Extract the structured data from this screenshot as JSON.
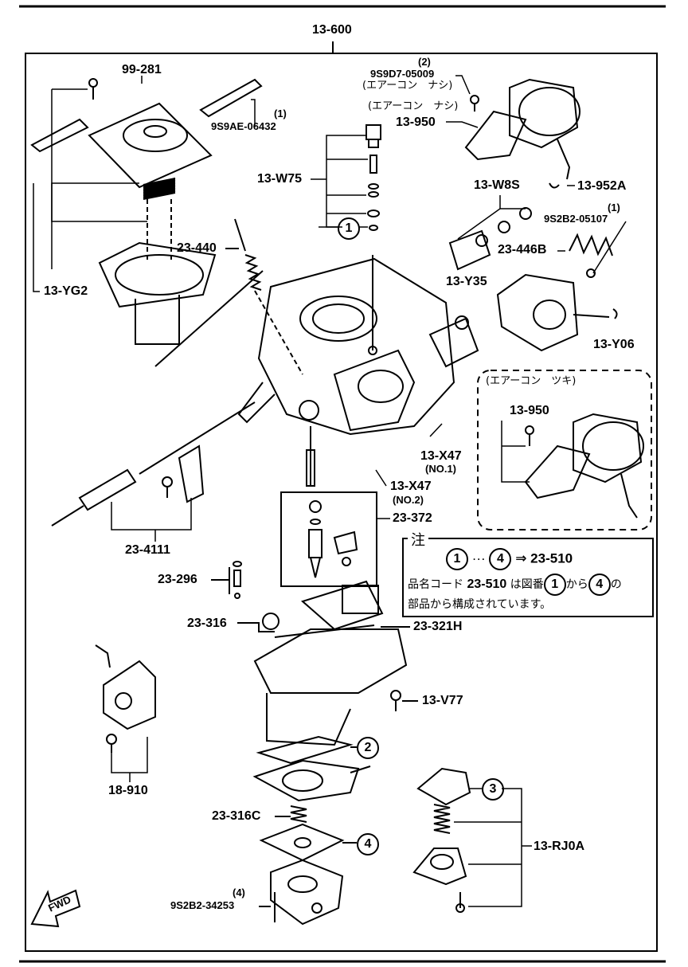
{
  "diagram": {
    "top_ref": "13-600",
    "labels": {
      "l99_281": "99-281",
      "l9s9d7": "9S9D7-05009",
      "l9s9d7_qty": "(2)",
      "aircon_none_1": "(エアーコン　ナシ)",
      "aircon_none_2": "(エアーコン　ナシ)",
      "l9s9ae": "9S9AE-06432",
      "l9s9ae_qty": "(1)",
      "l13_950_top": "13-950",
      "l13_952a": "13-952A",
      "l13_w75": "13-W75",
      "l13_w8s": "13-W8S",
      "l9s2b2_05107": "9S2B2-05107",
      "l9s2b2_05107_qty": "(1)",
      "l23_440": "23-440",
      "l23_446b": "23-446B",
      "l13_y35": "13-Y35",
      "l13_yg2": "13-YG2",
      "l13_y06": "13-Y06",
      "aircon_with": "(エアーコン　ツキ)",
      "l13_950_box": "13-950",
      "l13_x47_1": "13-X47",
      "no1": "(NO.1)",
      "l13_x47_2": "13-X47",
      "no2": "(NO.2)",
      "l23_372": "23-372",
      "l23_4111": "23-4111",
      "l23_296": "23-296",
      "l23_316": "23-316",
      "l23_321h": "23-321H",
      "l13_v77": "13-V77",
      "l18_910": "18-910",
      "l23_316c": "23-316C",
      "l13_rj0a": "13-RJ0A",
      "l9s2b2_34253": "9S2B2-34253",
      "l9s2b2_34253_qty": "(4)",
      "fwd": "FWD"
    },
    "callouts": {
      "c1": "1",
      "c2": "2",
      "c3": "3",
      "c4": "4"
    },
    "note": {
      "title": "注",
      "from": "1",
      "dots": "···",
      "to": "4",
      "arrow": "⇒",
      "target": "23-510",
      "line2_a": "品名コード",
      "line2_code": "23-510",
      "line2_b": "は図番",
      "line2_from": "1",
      "line2_c": "から",
      "line2_to": "4",
      "line2_d": "の",
      "line3": "部品から構成されています。"
    }
  }
}
